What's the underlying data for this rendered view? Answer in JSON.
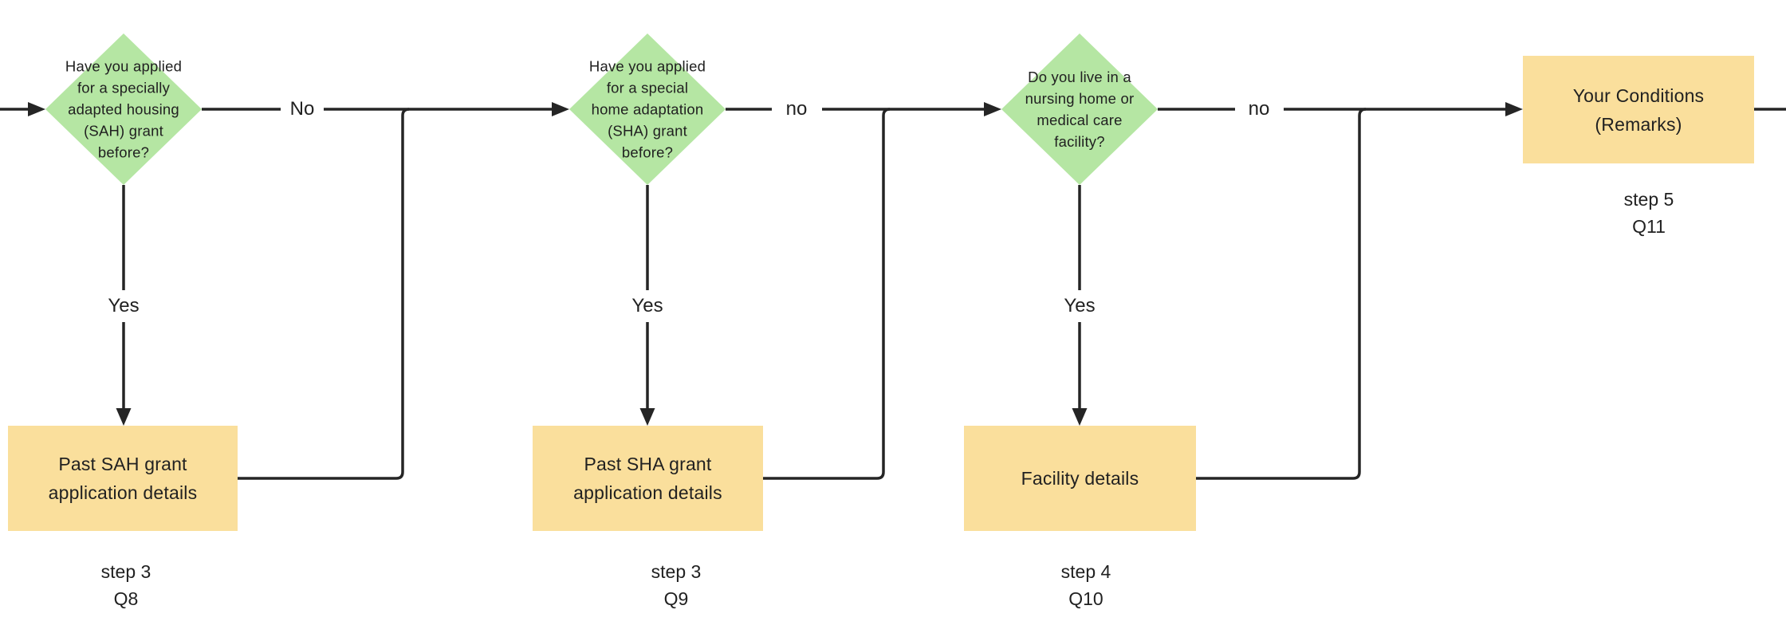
{
  "colors": {
    "decision_fill": "#b5e6a3",
    "process_fill": "#fadf9c",
    "connector": "#252525",
    "text": "#212121"
  },
  "decisions": [
    {
      "id": "Q8",
      "question_lines": [
        "Have you applied",
        "for a specially",
        "adapted housing",
        "(SAH) grant",
        "before?"
      ]
    },
    {
      "id": "Q9",
      "question_lines": [
        "Have you applied",
        "for a special",
        "home adaptation",
        "(SHA) grant",
        "before?"
      ]
    },
    {
      "id": "Q10",
      "question_lines": [
        "Do you live in a",
        "nursing home or",
        "medical care",
        "facility?"
      ]
    }
  ],
  "processes": [
    {
      "label_lines": [
        "Past SAH grant",
        "application details"
      ],
      "step": "step 3",
      "question_id": "Q8"
    },
    {
      "label_lines": [
        "Past SHA grant",
        "application details"
      ],
      "step": "step 3",
      "question_id": "Q9"
    },
    {
      "label_lines": [
        "Facility details"
      ],
      "step": "step 4",
      "question_id": "Q10"
    },
    {
      "label_lines": [
        "Your Conditions",
        "(Remarks)"
      ],
      "step": "step 5",
      "question_id": "Q11"
    }
  ],
  "edges": {
    "q8_no": "No",
    "q8_yes": "Yes",
    "q9_no": "no",
    "q9_yes": "Yes",
    "q10_no": "no",
    "q10_yes": "Yes"
  }
}
